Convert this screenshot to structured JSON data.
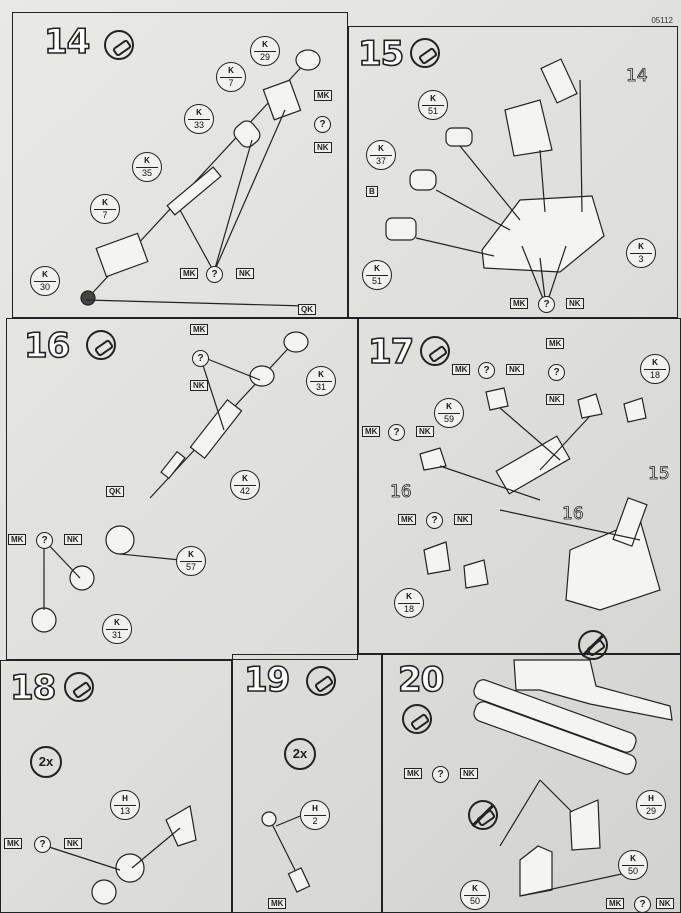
{
  "document": {
    "code": "05112"
  },
  "steps": [
    {
      "id": "14",
      "number": "14"
    },
    {
      "id": "15",
      "number": "15"
    },
    {
      "id": "16",
      "number": "16"
    },
    {
      "id": "17",
      "number": "17"
    },
    {
      "id": "18",
      "number": "18",
      "multiplier": "2x"
    },
    {
      "id": "19",
      "number": "19",
      "multiplier": "2x"
    },
    {
      "id": "20",
      "number": "20"
    }
  ],
  "paint_codes": {
    "mk": "MK",
    "nk": "NK",
    "qk": "QK",
    "b": "B",
    "q": "?"
  },
  "parts": {
    "s14": [
      {
        "l": "K",
        "n": "29"
      },
      {
        "l": "K",
        "n": "7"
      },
      {
        "l": "K",
        "n": "33"
      },
      {
        "l": "K",
        "n": "35"
      },
      {
        "l": "K",
        "n": "7"
      },
      {
        "l": "K",
        "n": "30"
      }
    ],
    "s15": [
      {
        "l": "K",
        "n": "51"
      },
      {
        "l": "K",
        "n": "37"
      },
      {
        "l": "K",
        "n": "51"
      },
      {
        "l": "K",
        "n": "3"
      }
    ],
    "s16": [
      {
        "l": "K",
        "n": "31"
      },
      {
        "l": "K",
        "n": "42"
      },
      {
        "l": "K",
        "n": "57"
      },
      {
        "l": "K",
        "n": "31"
      }
    ],
    "s17": [
      {
        "l": "K",
        "n": "18"
      },
      {
        "l": "K",
        "n": "59"
      },
      {
        "l": "K",
        "n": "18"
      }
    ],
    "s18": [
      {
        "l": "H",
        "n": "13"
      }
    ],
    "s19": [
      {
        "l": "H",
        "n": "2"
      }
    ],
    "s20": [
      {
        "l": "H",
        "n": "29"
      },
      {
        "l": "K",
        "n": "50"
      },
      {
        "l": "K",
        "n": "50"
      }
    ]
  },
  "refs": {
    "r14": "14",
    "r15": "15",
    "r16a": "16",
    "r16b": "16"
  }
}
